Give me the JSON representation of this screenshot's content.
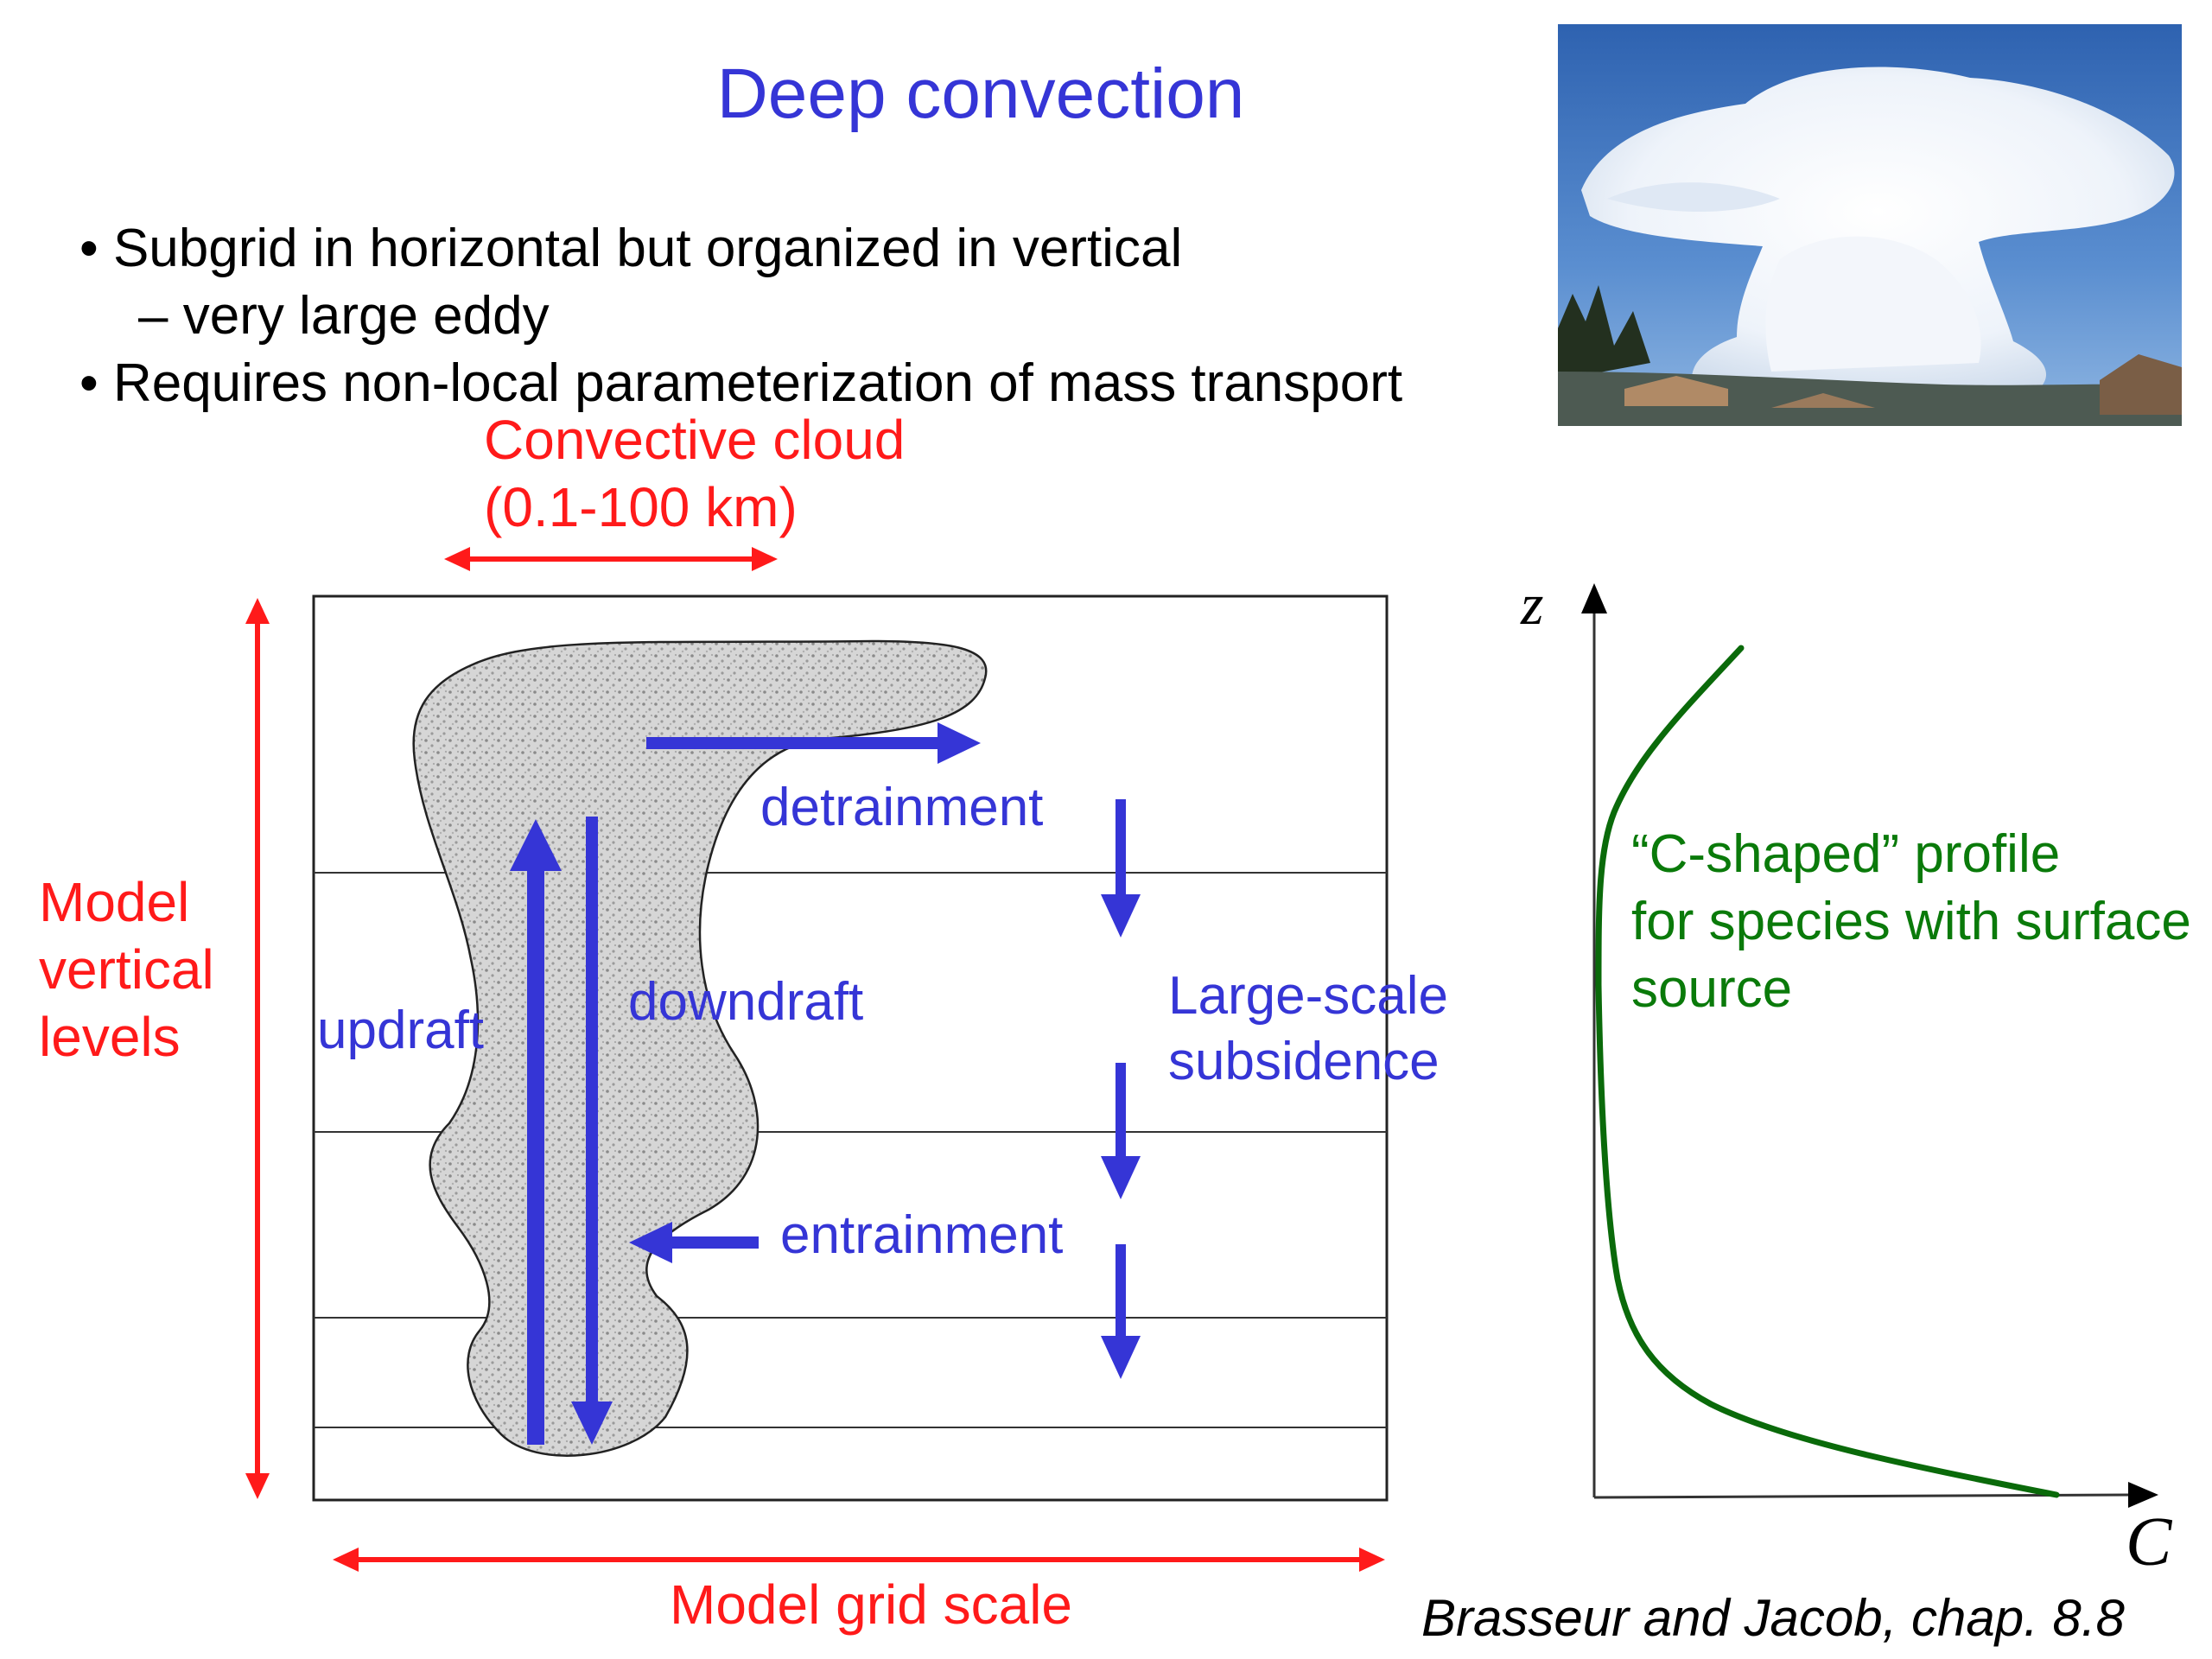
{
  "title": "Deep convection",
  "bullets": {
    "b1": "Subgrid in horizontal but organized in vertical",
    "b1_sub": "– very large eddy",
    "b2": "Requires non-local parameterization of mass transport"
  },
  "labels": {
    "convective_cloud_1": "Convective cloud",
    "convective_cloud_2": "(0.1-100 km)",
    "vertical_levels_1": "Model",
    "vertical_levels_2": "vertical",
    "vertical_levels_3": "levels",
    "grid_scale": "Model grid scale",
    "updraft": "updraft",
    "downdraft": "downdraft",
    "detrainment": "detrainment",
    "entrainment": "entrainment",
    "subsidence_1": "Large-scale",
    "subsidence_2": "subsidence"
  },
  "profile": {
    "z_label": "z",
    "c_label": "C",
    "note_1": "“C-shaped” profile",
    "note_2": "for species with surface",
    "note_3": "source"
  },
  "citation": "Brasseur and Jacob, chap. 8.8",
  "colors": {
    "title": "#3535d6",
    "red": "#ff1a1a",
    "blue": "#3535d6",
    "green": "#0a7a0a"
  }
}
